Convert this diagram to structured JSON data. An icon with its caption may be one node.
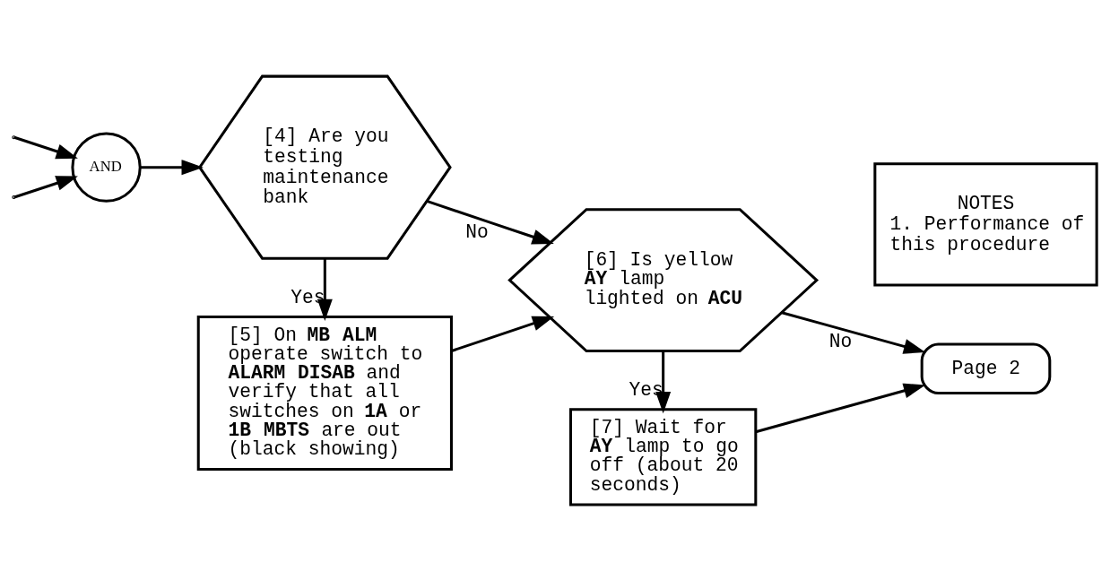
{
  "diagram": {
    "nodes": [
      {
        "text": [
          "AND"
        ]
      },
      {
        "text": [
          "[4] Are you testing maintenance bank"
        ]
      },
      {
        "text": [
          "[5] On **MB ALM** operate switch to **ALARM DISAB** and verify that all switches on **1A** or **1B MBTS** are out (black showing)"
        ]
      },
      {
        "text": [
          "[6] Is yellow **AY** lamp lighted on **ACU**"
        ]
      },
      {
        "text": [
          "[7] Wait for **AY** lamp to go off (about 20 seconds)"
        ]
      },
      {
        "text": [
          "Page 2"
        ]
      },
      {
        "text": [
          "NOTES",
          "1. Performance of this procedure"
        ]
      }
    ],
    "edges": [
      {
        "from": null,
        "to": 0,
        "arrow": "to"
      },
      {
        "from": null,
        "to": 0,
        "arrow": "to"
      },
      {
        "from": 0,
        "to": 1,
        "arrow": "to"
      },
      {
        "from": 1,
        "to": 3,
        "arrow": "to",
        "label": "No"
      },
      {
        "from": 1,
        "to": 2,
        "arrow": "to",
        "label": "Yes"
      },
      {
        "from": 2,
        "to": 3,
        "arrow": "to"
      },
      {
        "from": 3,
        "to": 5,
        "arrow": "to",
        "label": "No"
      },
      {
        "from": 3,
        "to": 4,
        "arrow": "to",
        "label": "Yes"
      },
      {
        "from": 4,
        "to": 5,
        "arrow": "to"
      }
    ]
  }
}
